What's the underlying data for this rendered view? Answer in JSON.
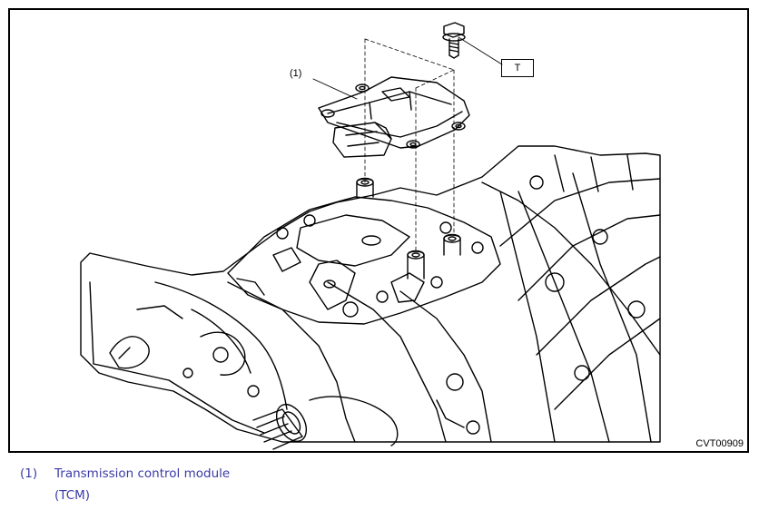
{
  "figure": {
    "callout_1": "(1)",
    "torque_marker": "T",
    "figure_code": "CVT00909"
  },
  "legend": {
    "items": [
      {
        "number": "(1)",
        "text_line1": "Transmission control module",
        "text_line2": "(TCM)"
      }
    ]
  },
  "colors": {
    "legend_text": "#3a3aa8",
    "line_art": "#000000"
  }
}
